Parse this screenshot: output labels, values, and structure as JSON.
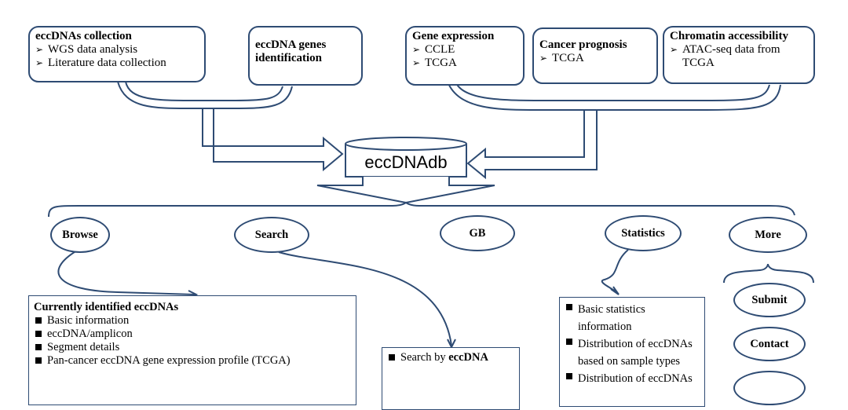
{
  "top_left": {
    "collection": {
      "title": "eccDNAs collection",
      "items": [
        "WGS data analysis",
        "Literature data collection"
      ]
    },
    "genes": {
      "title": "eccDNA genes identification"
    }
  },
  "top_right": {
    "expression": {
      "title": "Gene expression",
      "items": [
        "CCLE",
        "TCGA"
      ]
    },
    "prognosis": {
      "title": "Cancer prognosis",
      "items": [
        "TCGA"
      ]
    },
    "chromatin": {
      "title": "Chromatin accessibility",
      "items": [
        "ATAC-seq data from TCGA"
      ]
    }
  },
  "database": {
    "label": "eccDNAdb"
  },
  "nav": {
    "browse": "Browse",
    "search": "Search",
    "gb": "GB",
    "statistics": "Statistics",
    "more": "More"
  },
  "more_items": {
    "submit": "Submit",
    "contact": "Contact"
  },
  "browse_panel": {
    "title": "Currently identified eccDNAs",
    "items": [
      "Basic information",
      "eccDNA/amplicon",
      "Segment details",
      "Pan-cancer eccDNA gene expression profile (TCGA)"
    ]
  },
  "search_panel": {
    "prefix": "Search by ",
    "bold": "eccDNA"
  },
  "stats_panel": {
    "items": [
      "Basic statistics information",
      "Distribution of eccDNAs based on sample types",
      "Distribution of eccDNAs"
    ]
  }
}
